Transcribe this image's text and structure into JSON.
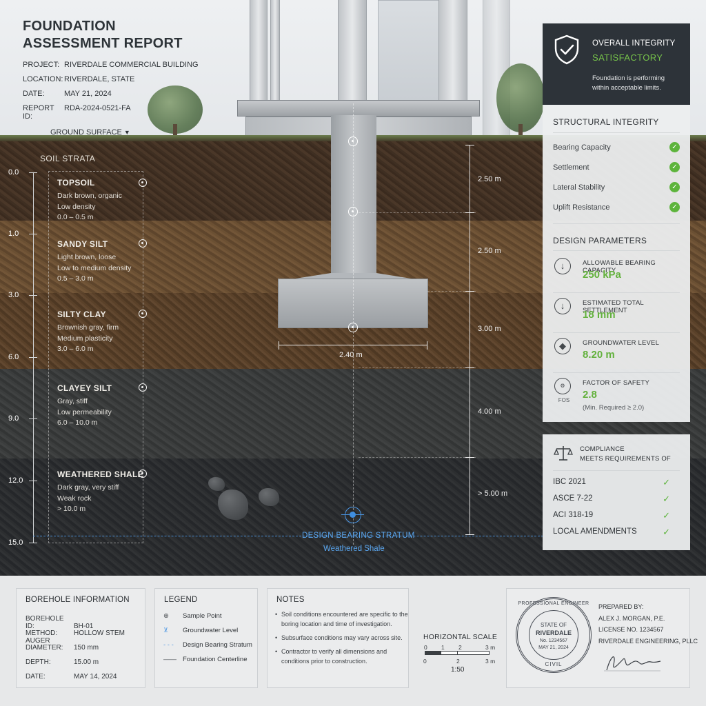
{
  "report": {
    "title": "FOUNDATION ASSESSMENT REPORT",
    "meta": [
      {
        "key": "PROJECT:",
        "value": "RIVERDALE COMMERCIAL BUILDING"
      },
      {
        "key": "LOCATION:",
        "value": "RIVERDALE, STATE"
      },
      {
        "key": "DATE:",
        "value": "MAY 21, 2024"
      },
      {
        "key": "REPORT ID:",
        "value": "RDA-2024-0521-FA"
      }
    ]
  },
  "scene": {
    "ground_label": "GROUND SURFACE",
    "soil_title": "SOIL STRATA",
    "depth_ticks": [
      "0.0",
      "1.0",
      "3.0",
      "6.0",
      "9.0",
      "12.0",
      "15.0"
    ],
    "layers": [
      {
        "name": "TOPSOIL",
        "lines": [
          "Dark brown, organic",
          "Low density",
          "0.0 – 0.5 m"
        ]
      },
      {
        "name": "SANDY SILT",
        "lines": [
          "Light brown, loose",
          "Low to medium density",
          "0.5 – 3.0 m"
        ]
      },
      {
        "name": "SILTY CLAY",
        "lines": [
          "Brownish gray, firm",
          "Medium plasticity",
          "3.0 – 6.0 m"
        ]
      },
      {
        "name": "CLAYEY SILT",
        "lines": [
          "Gray, stiff",
          "Low permeability",
          "6.0 – 10.0 m"
        ]
      },
      {
        "name": "WEATHERED SHALE",
        "lines": [
          "Dark gray, very stiff",
          "Weak rock",
          "> 10.0 m"
        ]
      }
    ],
    "dimensions": [
      "2.50 m",
      "2.50 m",
      "3.00 m",
      "4.00 m",
      "> 5.00 m"
    ],
    "footing_width": "2.40 m",
    "bearing_title": "DESIGN BEARING STRATUM",
    "bearing_sub": "Weathered Shale"
  },
  "integrity": {
    "label": "OVERALL INTEGRITY",
    "value": "SATISFACTORY",
    "desc": "Foundation is performing within acceptable limits."
  },
  "structural": {
    "title": "STRUCTURAL INTEGRITY",
    "checks": [
      "Bearing Capacity",
      "Settlement",
      "Lateral Stability",
      "Uplift Resistance"
    ]
  },
  "design": {
    "title": "DESIGN PARAMETERS",
    "params": [
      {
        "icon": "↓",
        "label": "ALLOWABLE BEARING CAPACITY",
        "value": "250 kPa",
        "note": ""
      },
      {
        "icon": "↓",
        "label": "ESTIMATED TOTAL SETTLEMENT",
        "value": "18 mm",
        "note": ""
      },
      {
        "icon": "◆",
        "label": "GROUNDWATER LEVEL",
        "value": "8.20 m",
        "note": ""
      },
      {
        "icon": "FOS",
        "label": "FACTOR OF SAFETY",
        "value": "2.8",
        "note": "(Min. Required ≥ 2.0)"
      }
    ],
    "fos_caption": "FOS"
  },
  "compliance": {
    "title": "COMPLIANCE",
    "subtitle": "MEETS REQUIREMENTS OF",
    "standards": [
      "IBC 2021",
      "ASCE 7-22",
      "ACI 318-19",
      "LOCAL AMENDMENTS"
    ]
  },
  "borehole": {
    "title": "BOREHOLE INFORMATION",
    "rows": [
      {
        "key": "BOREHOLE ID:",
        "value": "BH-01"
      },
      {
        "key": "METHOD:",
        "value": "HOLLOW STEM AUGER"
      },
      {
        "key": "DIAMETER:",
        "value": "150 mm"
      },
      {
        "key": "DEPTH:",
        "value": "15.00 m"
      },
      {
        "key": "DATE:",
        "value": "MAY 14, 2024"
      }
    ]
  },
  "legend": {
    "title": "LEGEND",
    "items": [
      "Sample Point",
      "Groundwater Level",
      "Design Bearing Stratum",
      "Foundation Centerline"
    ]
  },
  "notes": {
    "title": "NOTES",
    "items": [
      "Soil conditions encountered are specific to the boring location and time of investigation.",
      "Subsurface conditions may vary across site.",
      "Contractor to verify all dimensions and conditions prior to construction."
    ]
  },
  "scale": {
    "title": "HORIZONTAL SCALE",
    "top_ticks": [
      "0",
      "1",
      "2",
      "3 m"
    ],
    "bottom_ticks": [
      "0",
      "2",
      "3 m"
    ],
    "ratio": "1:50"
  },
  "stamp": {
    "ring_top": "PROFESSIONAL ENGINEER",
    "ring_bottom": "CIVIL",
    "line1": "STATE OF",
    "line2": "RIVERDALE",
    "line3": "No. 1234567",
    "line4": "MAY 21, 2024"
  },
  "prepared": {
    "label": "PREPARED BY:",
    "name": "ALEX J. MORGAN, P.E.",
    "license": "LICENSE NO. 1234567",
    "firm": "RIVERDALE ENGINEERING, PLLC"
  },
  "colors": {
    "accent_green": "#5db43c",
    "bearing_blue": "#4a95e3",
    "dark_panel": "#2d3339"
  }
}
